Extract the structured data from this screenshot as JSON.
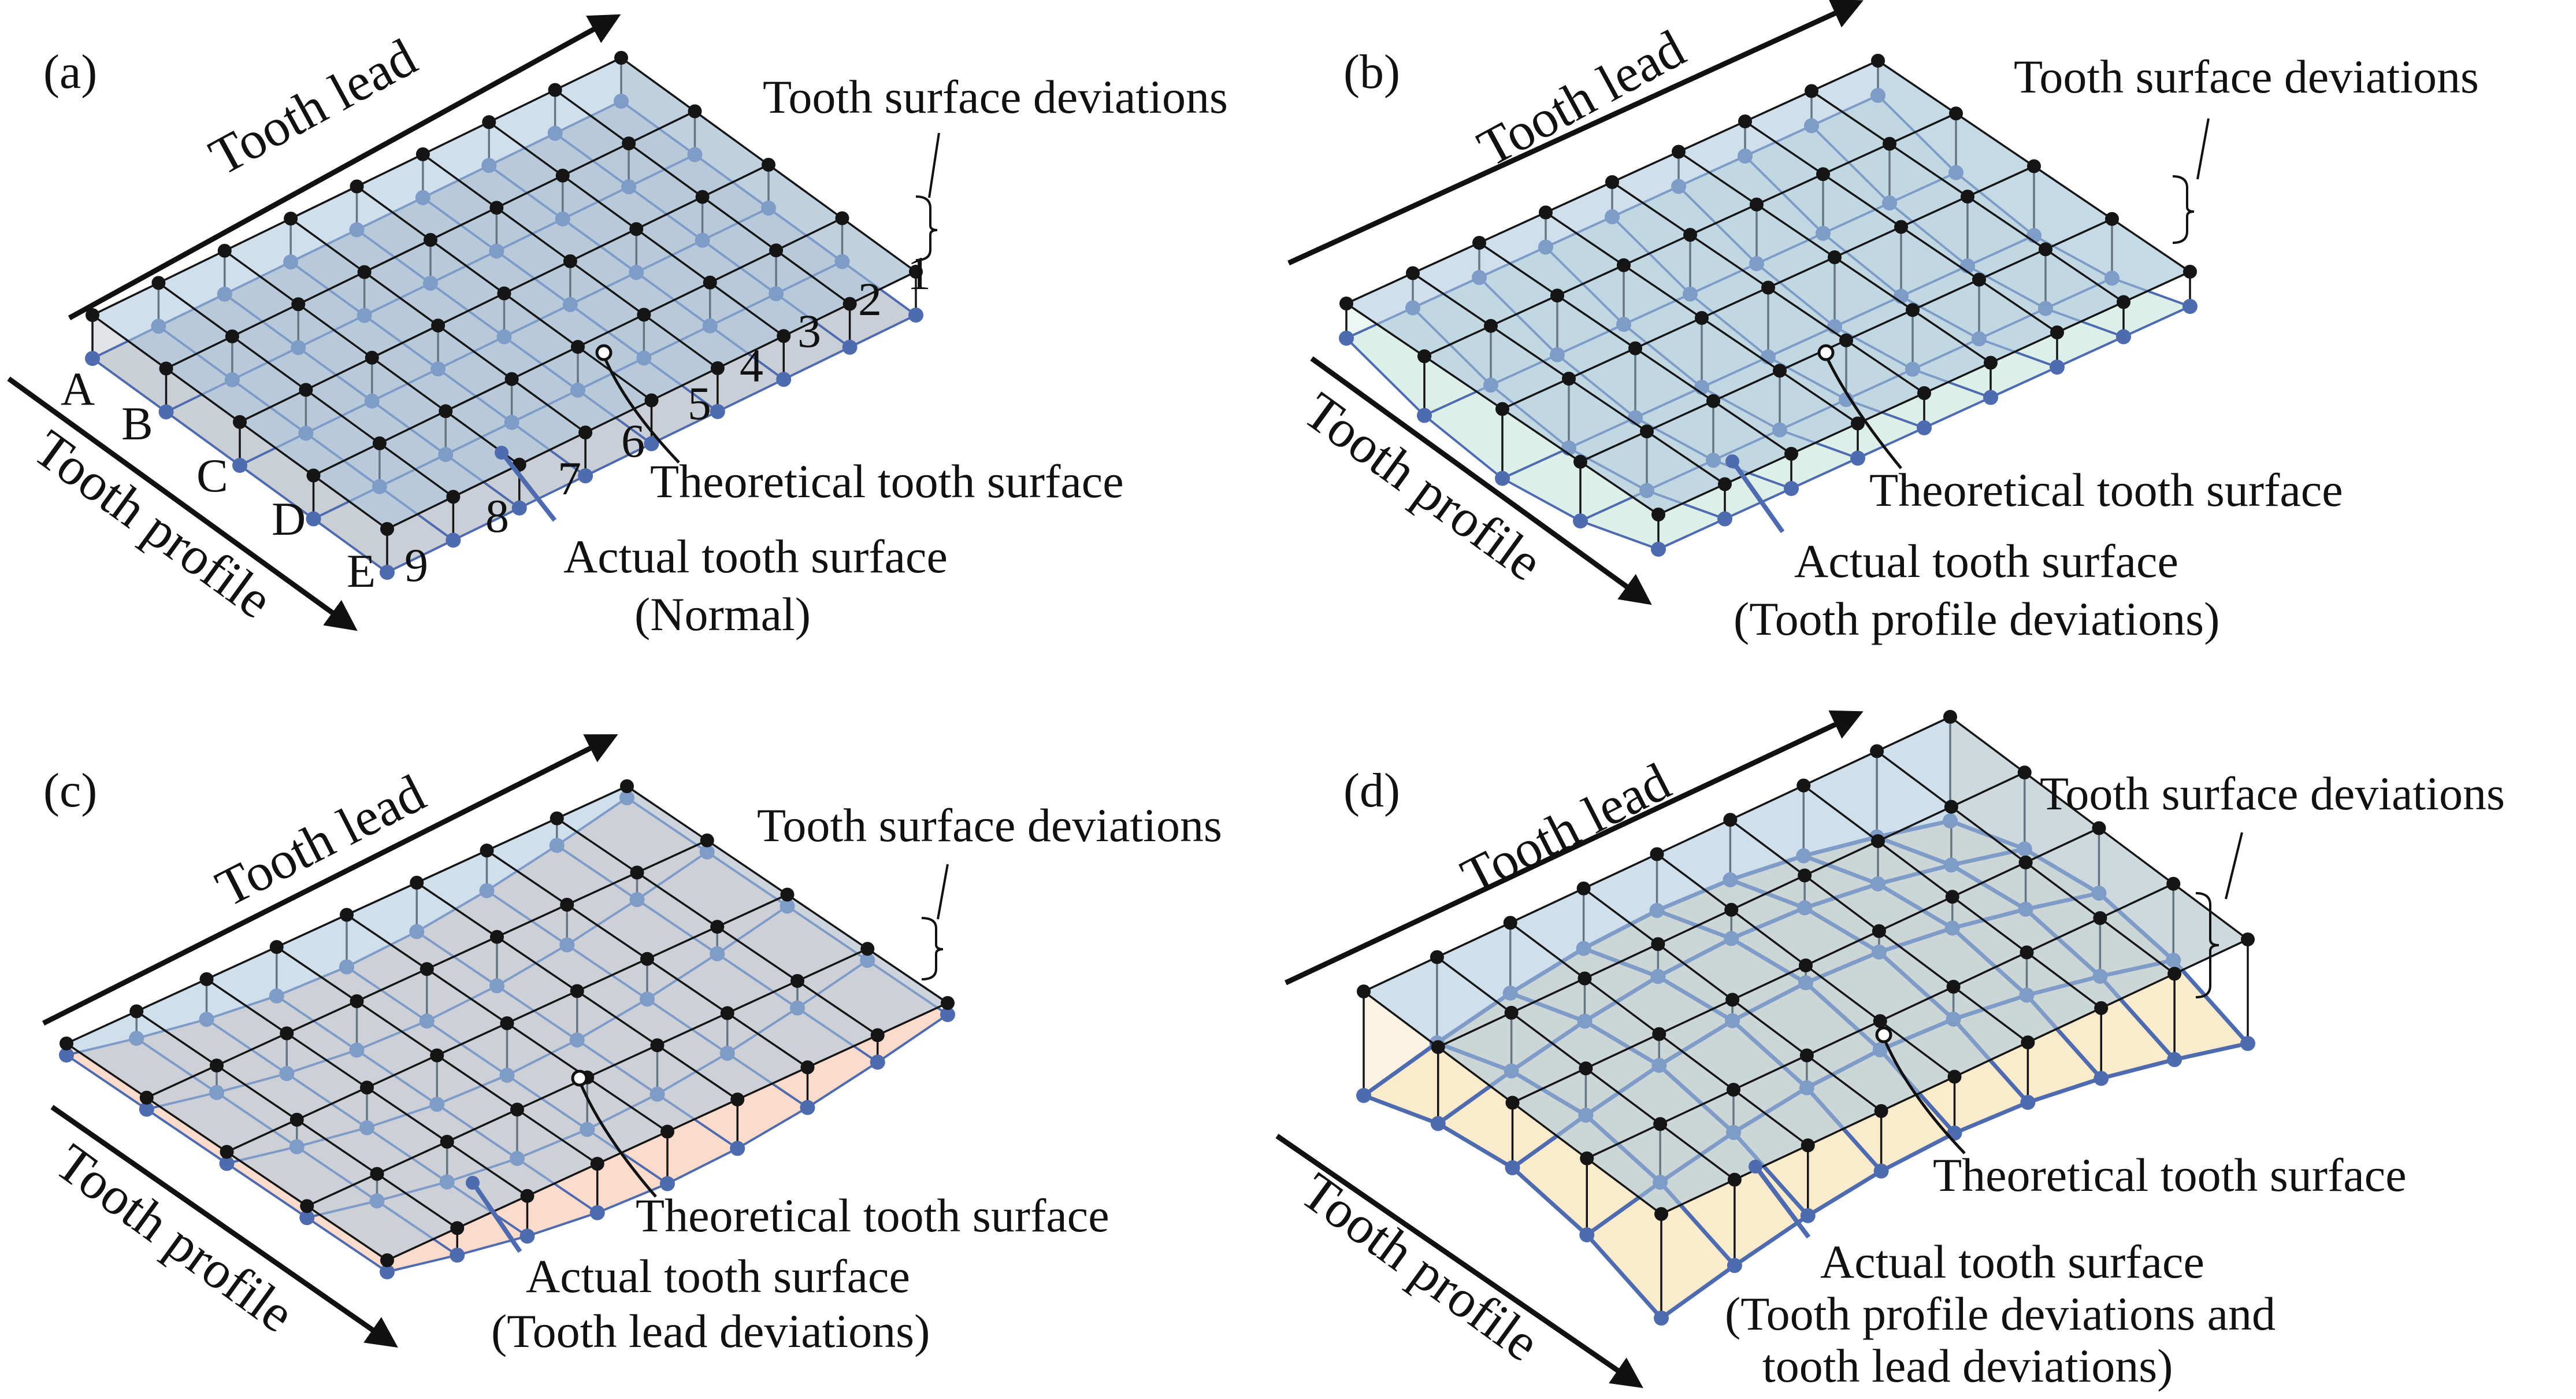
{
  "colors": {
    "theoretical_grid": "#151515",
    "actual_grid": "#4f6bb0",
    "theoretical_fill": "#a8c4dc",
    "actual_fill_a": "#c8ccd4",
    "actual_fill_b": "#dceee8",
    "actual_fill_c": "#fbd9c9",
    "actual_fill_d": "#fbeacb",
    "arrow": "#111111"
  },
  "panels": [
    {
      "label": "(a)",
      "lead": "Tooth lead",
      "profile": "Tooth profile",
      "deviations": "Tooth surface deviations",
      "theoretical": "Theoretical tooth surface",
      "actual": [
        "Actual tooth surface",
        "(Normal)"
      ],
      "row_labels": [
        "A",
        "B",
        "C",
        "D",
        "E"
      ],
      "col_labels": [
        "1",
        "2",
        "3",
        "4",
        "5",
        "6",
        "7",
        "8",
        "9"
      ],
      "deformation": "none"
    },
    {
      "label": "(b)",
      "lead": "Tooth lead",
      "profile": "Tooth profile",
      "deviations": "Tooth surface deviations",
      "theoretical": "Theoretical tooth surface",
      "actual": [
        "Actual tooth surface",
        "(Tooth profile deviations)"
      ],
      "deformation": "profile"
    },
    {
      "label": "(c)",
      "lead": "Tooth lead",
      "profile": "Tooth profile",
      "deviations": "Tooth surface deviations",
      "theoretical": "Theoretical tooth surface",
      "actual": [
        "Actual tooth surface",
        "(Tooth lead deviations)"
      ],
      "deformation": "lead"
    },
    {
      "label": "(d)",
      "lead": "Tooth lead",
      "profile": "Tooth profile",
      "deviations": "Tooth surface deviations",
      "theoretical": "Theoretical tooth surface",
      "actual": [
        "Actual tooth surface",
        "(Tooth profile deviations and",
        "tooth lead deviations)"
      ],
      "deformation": "both"
    }
  ]
}
